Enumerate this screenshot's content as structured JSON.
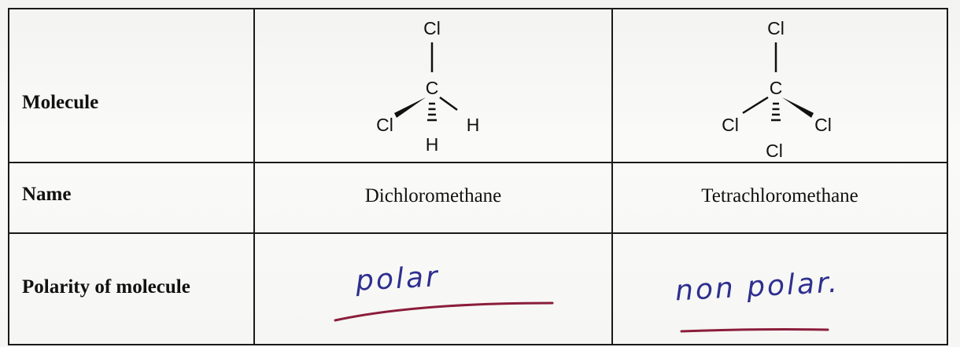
{
  "colors": {
    "ink": "#2e2f8f",
    "underline": "#8b1d3a",
    "border": "#1a1a1a"
  },
  "rows": [
    {
      "label": "Molecule"
    },
    {
      "label": "Name",
      "values": [
        "Dichloromethane",
        "Tetrachloromethane"
      ]
    },
    {
      "label": "Polarity of molecule",
      "handwritten": [
        "polar",
        "non polar."
      ]
    }
  ],
  "molecules": {
    "dichloromethane": {
      "top": "Cl",
      "center": "C",
      "left": "Cl",
      "right": "H",
      "bottom": "H"
    },
    "tetrachloromethane": {
      "top": "Cl",
      "center": "C",
      "left": "Cl",
      "right": "Cl",
      "bottom": "Cl"
    }
  }
}
